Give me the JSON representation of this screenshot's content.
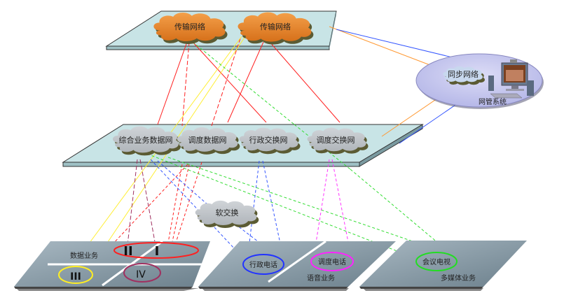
{
  "layers": {
    "transport": {
      "clouds": [
        {
          "label": "传输网络"
        },
        {
          "label": "传输网络"
        }
      ]
    },
    "network": {
      "clouds": [
        {
          "label": "综合业务数据网"
        },
        {
          "label": "调度数据网"
        },
        {
          "label": "行政交换网"
        },
        {
          "label": "调度交换网"
        }
      ]
    },
    "softswitch": {
      "label": "软交换"
    },
    "sync": {
      "label": "同步网络"
    },
    "nms": {
      "label": "网管系统"
    },
    "services": {
      "data": {
        "label": "数据业务",
        "zones": [
          "I",
          "II",
          "III",
          "IV"
        ]
      },
      "voice": {
        "label": "语音业务",
        "items": [
          "行政电话",
          "调度电话"
        ]
      },
      "multimedia": {
        "label": "多媒体业务",
        "items": [
          "会议电视"
        ]
      }
    }
  },
  "colors": {
    "plane": "#c8e4e6",
    "plane_edge": "#5a7a80",
    "cloud_orange": "#e88a2e",
    "cloud_gray": "#c2c7cc",
    "cloud_shadow": "#6a6a40",
    "sync_ellipse": "#c7c8ee",
    "red": "#ff2020",
    "yellow": "#ffff33",
    "green": "#33dd33",
    "blue": "#3355ff",
    "magenta": "#ff33ff",
    "purple": "#a03060",
    "orange": "#ff9933",
    "service_plane": "#8a9eab"
  }
}
